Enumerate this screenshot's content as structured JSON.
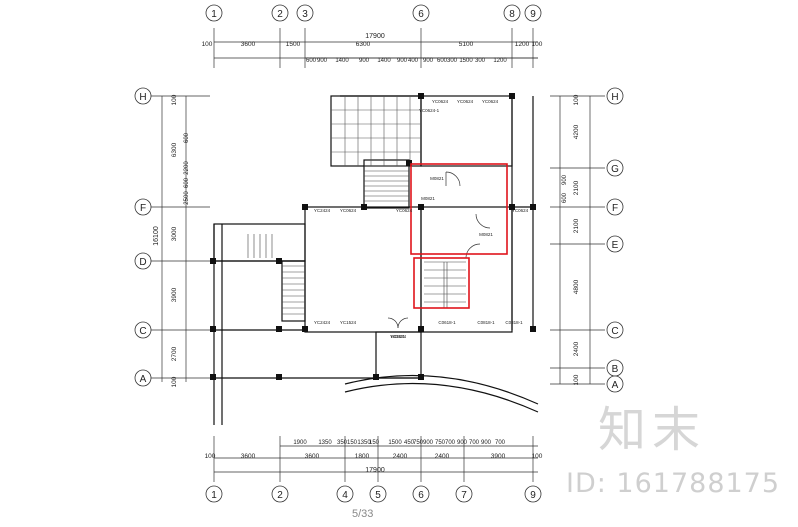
{
  "top_axes": [
    "1",
    "2",
    "3",
    "6",
    "8",
    "9"
  ],
  "bottom_axes": [
    "1",
    "2",
    "4",
    "5",
    "6",
    "7",
    "9"
  ],
  "left_axes": [
    "H",
    "F",
    "D",
    "C",
    "A"
  ],
  "right_axes": [
    "H",
    "G",
    "F",
    "E",
    "C",
    "B",
    "A"
  ],
  "top_dims": {
    "total": "17900",
    "row1": [
      "100",
      "3600",
      "1500",
      "6300",
      "5100",
      "1200",
      "100"
    ],
    "row2": [
      "600",
      "900",
      "1400",
      "900",
      "1400",
      "900",
      "400",
      "900",
      "600",
      "300",
      "1500",
      "300",
      "1200"
    ]
  },
  "bottom_dims": {
    "total": "17900",
    "row1": [
      "1900",
      "1350",
      "350",
      "150",
      "1350",
      "150",
      "1500",
      "450",
      "750",
      "900",
      "750",
      "700",
      "900",
      "700",
      "900",
      "700"
    ],
    "row2": [
      "100",
      "3600",
      "3600",
      "1800",
      "2400",
      "2400",
      "3900",
      "100"
    ],
    "small": [
      "1800",
      "100"
    ]
  },
  "left_dims": {
    "total": "16100",
    "segments": [
      "100",
      "6300",
      "3000",
      "3900",
      "2700",
      "100"
    ],
    "inner": [
      "600",
      "2200",
      "600",
      "2500"
    ]
  },
  "right_dims": {
    "segments": [
      "100",
      "4200",
      "2100",
      "2100",
      "4800",
      "2400",
      "100"
    ],
    "inner": [
      "900",
      "600"
    ]
  },
  "window_labels": [
    "YC0624",
    "YC0624",
    "YC0624",
    "YC0624-1",
    "YC2424",
    "YC0624",
    "YC0624",
    "YC2424",
    "YC1524",
    "YC1524",
    "C0618-1",
    "C0818-1",
    "C0818-1",
    "M0921"
  ],
  "door_labels": [
    "M0821",
    "M0821",
    "M0821",
    "YC0624"
  ],
  "colors": {
    "line": "#111111",
    "dim": "#333333",
    "highlight": "#e0141c",
    "watermark": "#d6d6d6"
  },
  "watermark": {
    "logo": "知末",
    "id": "ID: 161788175"
  },
  "page_number": "5/33"
}
